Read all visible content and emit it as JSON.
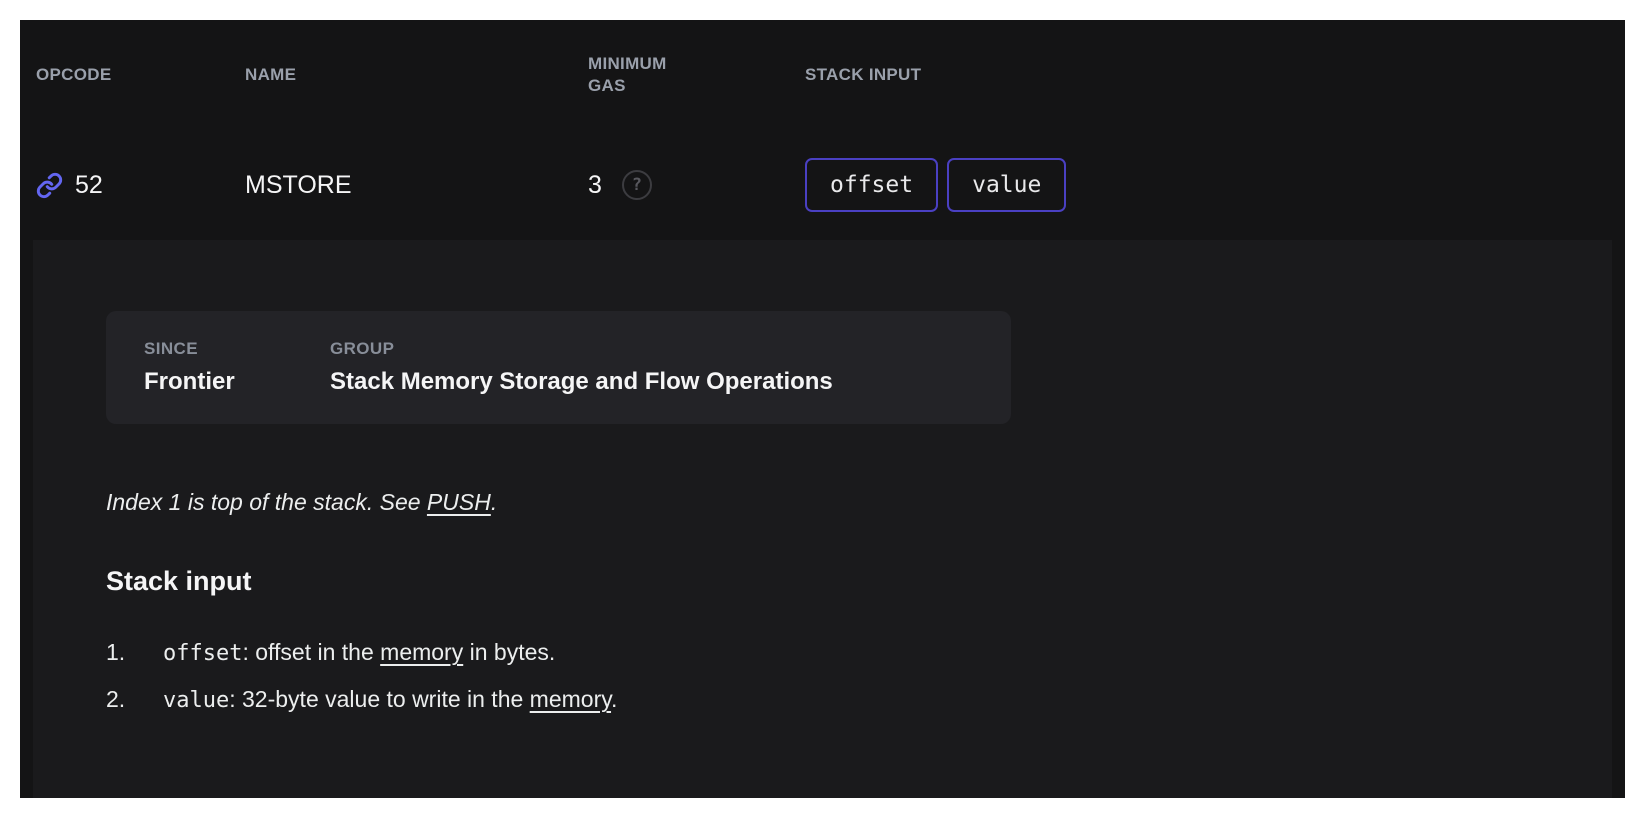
{
  "colors": {
    "frame": "#ffffff",
    "background": "#141415",
    "details_panel": "#1a1a1c",
    "meta_box": "#232327",
    "header_text": "#9aa0ab",
    "body_text": "#eceeee",
    "accent_indigo": "#6366f1",
    "badge_border": "#4a40c2"
  },
  "table": {
    "columns": [
      "OPCODE",
      "NAME",
      "MINIMUM GAS",
      "STACK INPUT"
    ],
    "row": {
      "opcode": "52",
      "name": "MSTORE",
      "minimum_gas": "3",
      "help_glyph": "?",
      "stack_input": [
        "offset",
        "value"
      ]
    }
  },
  "details": {
    "meta": {
      "since_label": "SINCE",
      "since_value": "Frontier",
      "group_label": "GROUP",
      "group_value": "Stack Memory Storage and Flow Operations"
    },
    "note": {
      "text": "Index 1 is top of the stack. See ",
      "link_label": "PUSH",
      "suffix": "."
    },
    "section": {
      "heading": "Stack input",
      "items": [
        {
          "number": "1.",
          "code": "offset",
          "text_before_link": ": offset in the ",
          "link_label": "memory",
          "text_after_link": " in bytes."
        },
        {
          "number": "2.",
          "code": "value",
          "text_before_link": ": 32-byte value to write in the ",
          "link_label": "memory",
          "text_after_link": "."
        }
      ]
    }
  }
}
